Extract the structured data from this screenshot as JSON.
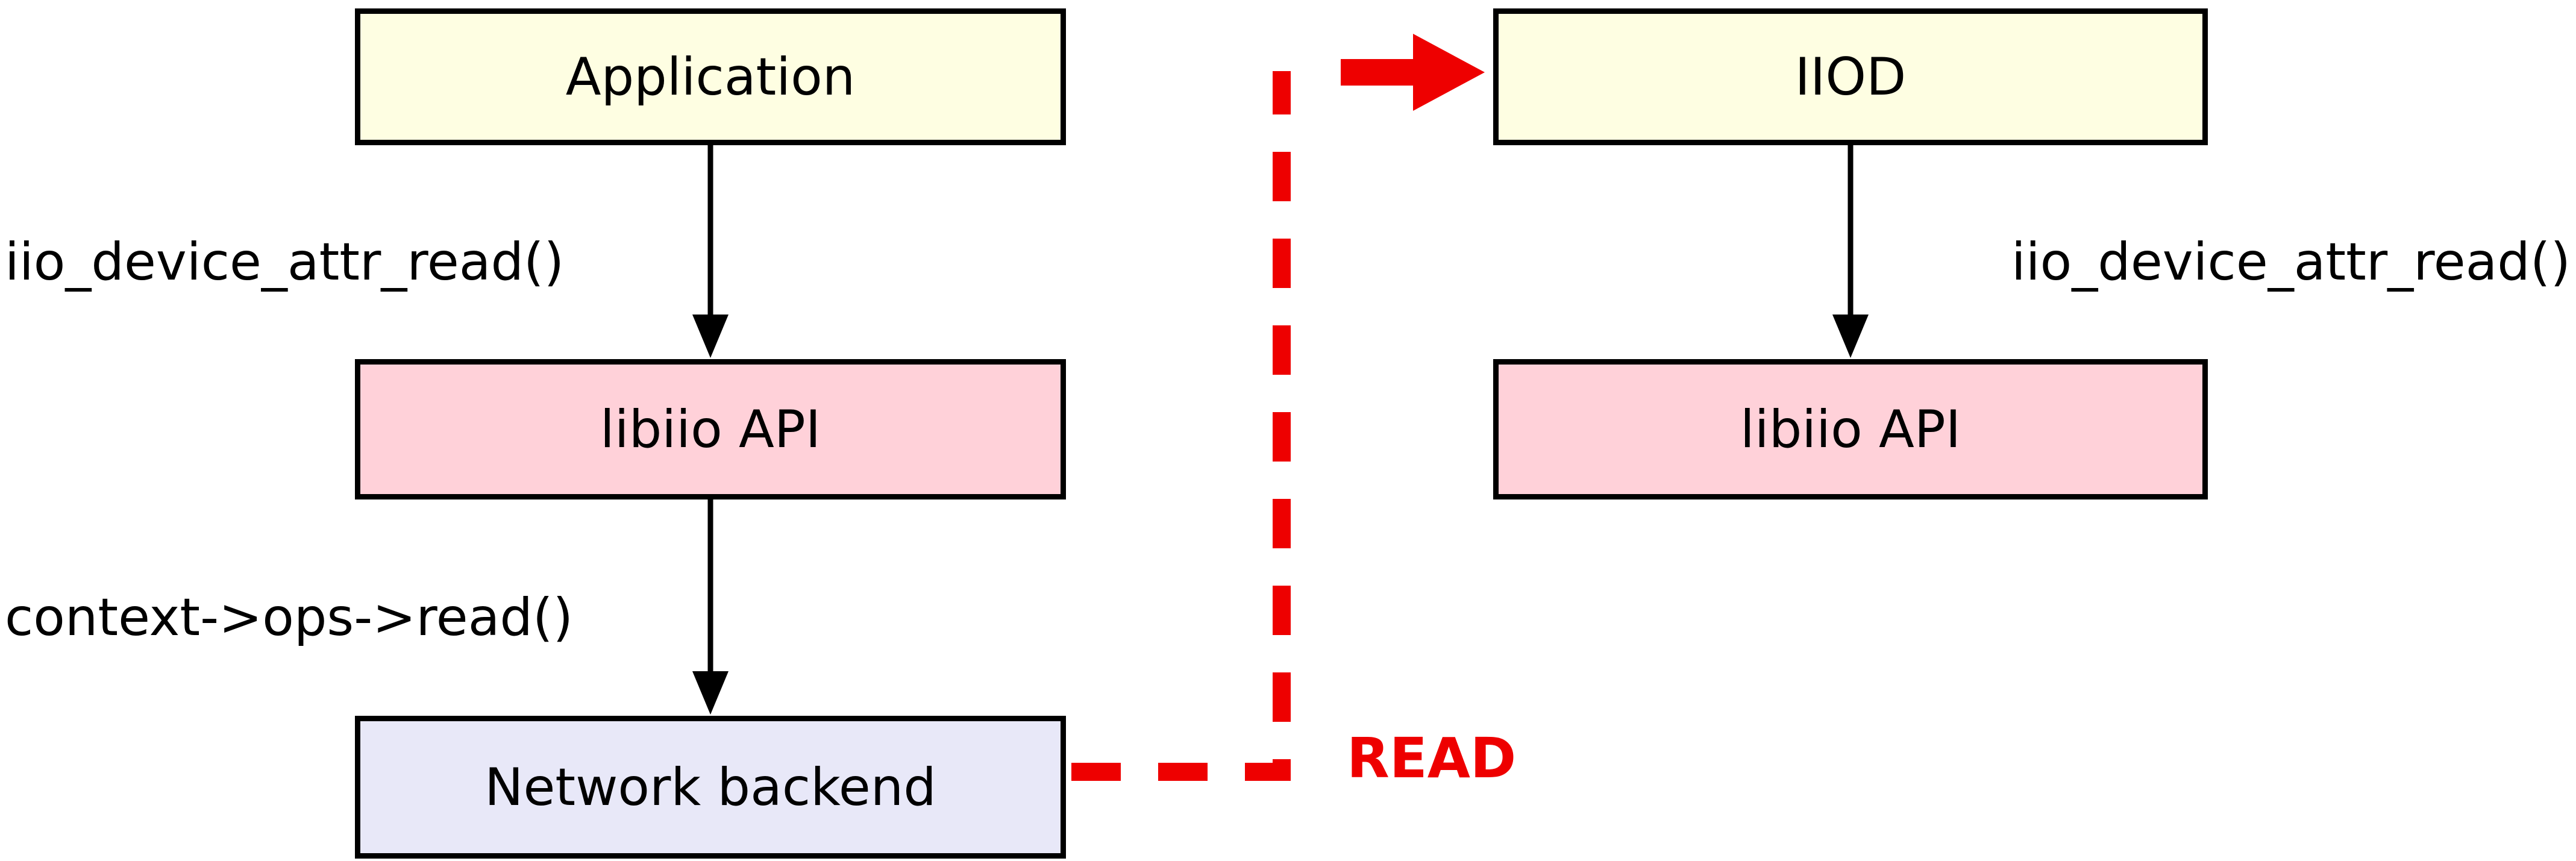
{
  "diagram": {
    "left": {
      "application": "Application",
      "libiio_api": "libiio API",
      "network_backend": "Network backend",
      "call_app_to_libiio": "iio_device_attr_read()",
      "call_libiio_to_backend": "context->ops->read()"
    },
    "right": {
      "iiod": "IIOD",
      "libiio_api": "libiio API",
      "call_iiod_to_libiio": "iio_device_attr_read()"
    },
    "link": {
      "read": "READ"
    },
    "colors": {
      "box_yellow": "#fefee2",
      "box_pink": "#ffd1d9",
      "box_lavender": "#e8e8f8",
      "border": "#000000",
      "red": "#ee0000",
      "arrow_black": "#000000"
    }
  }
}
